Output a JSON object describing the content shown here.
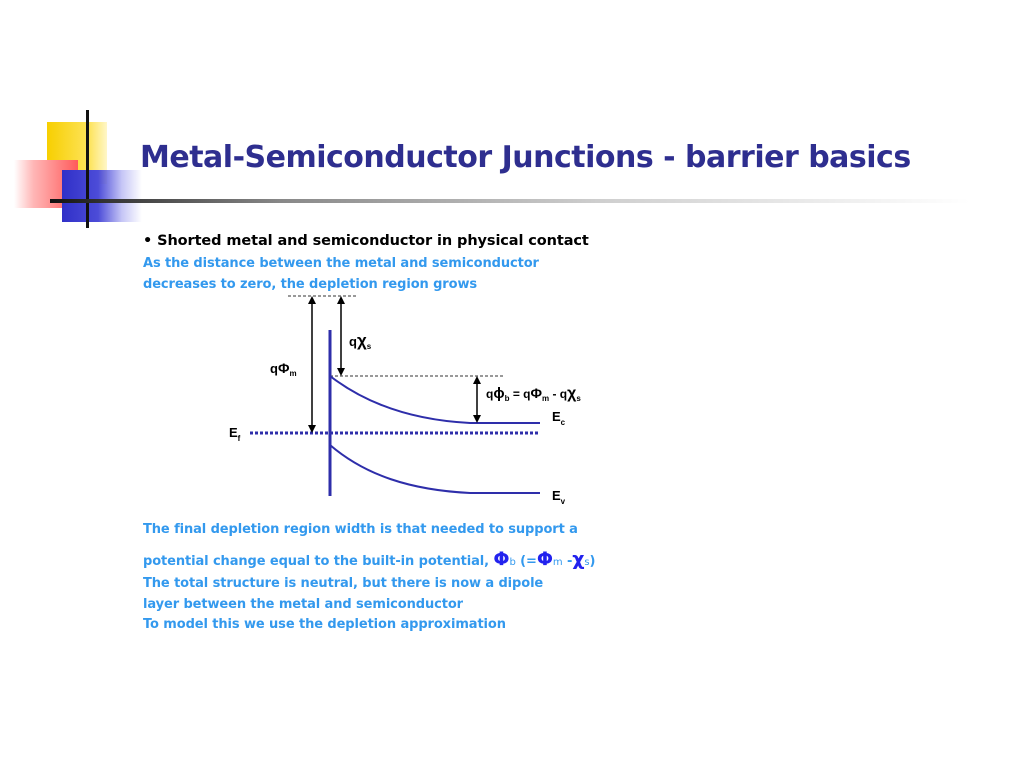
{
  "slide": {
    "title": "Metal-Semiconductor Junctions - barrier basics",
    "bullet": "• Shorted metal and semiconductor in physical contact",
    "lines": [
      "As the distance between the metal and semiconductor",
      "decreases to zero, the depletion region grows",
      "The final depletion region width is that needed to support a",
      "The total structure is neutral, but there is now a dipole",
      "layer between the metal and semiconductor",
      "To model this we use the depletion approximation"
    ],
    "potential_line": {
      "prefix": "potential change equal to the built-in potential,",
      "phi": "Φ",
      "phi_sub": "b",
      "open": "(=",
      "phi2": "Φ",
      "phi2_sub": "m",
      "minus": "-",
      "chi": "χ",
      "chi_sub": "s",
      "close": ")"
    }
  },
  "diagram": {
    "labels": {
      "q_chi_s": {
        "q": "q",
        "sym": "χ",
        "sub": "s"
      },
      "q_phi_m": {
        "q": "q",
        "sym": "Φ",
        "sub": "m"
      },
      "ef": {
        "main": "E",
        "sub": "f"
      },
      "ec": {
        "main": "E",
        "sub": "c"
      },
      "ev": {
        "main": "E",
        "sub": "v"
      },
      "barrier": {
        "q1": "q",
        "phi": "ϕ",
        "sub1": "b",
        "eq": " = q",
        "Phi": "Φ",
        "sub2": "m",
        "minus": " - q",
        "chi": "χ",
        "sub3": "s"
      }
    },
    "colors": {
      "band": "#2e2eaa",
      "fermi": "#2e2eaa",
      "title": "#2e2e8f",
      "body_text": "#3399ee",
      "symbol": "#2222ee"
    }
  }
}
